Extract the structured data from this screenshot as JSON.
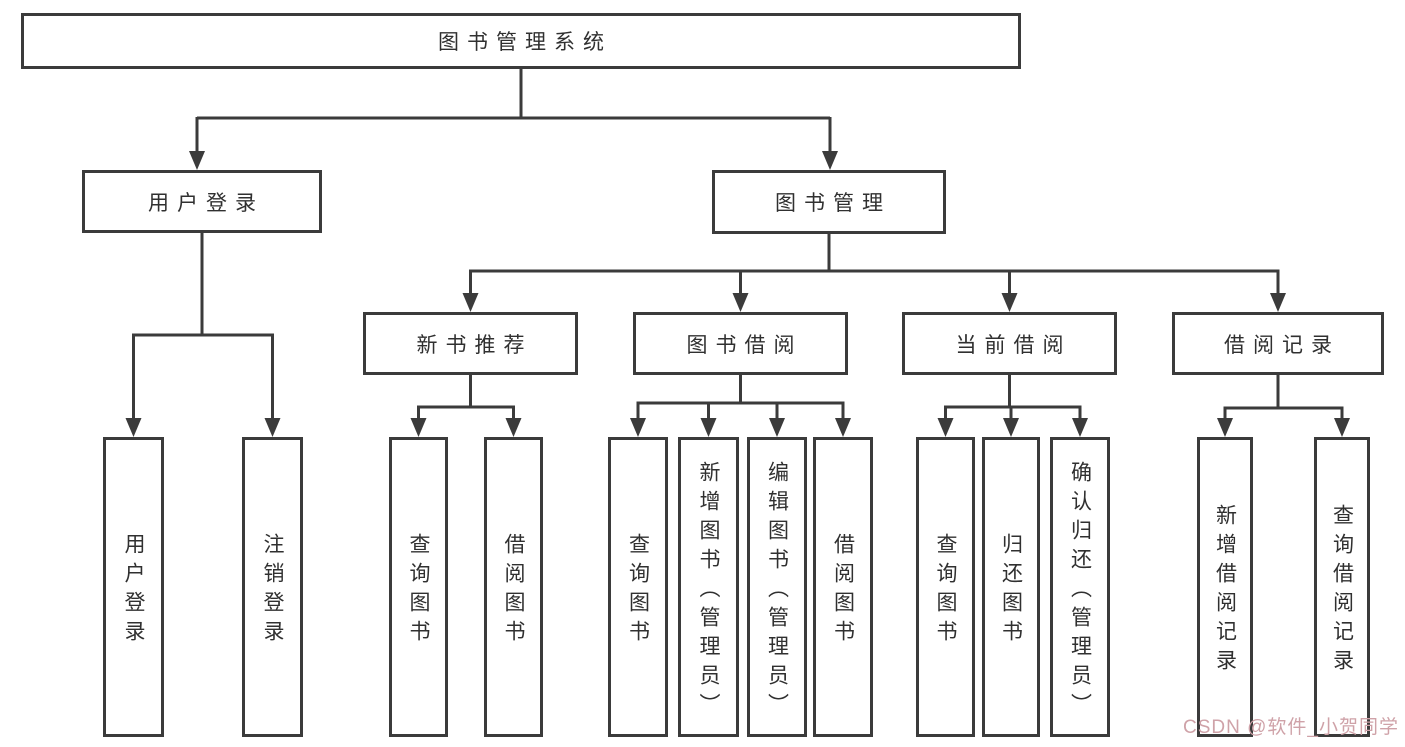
{
  "watermark": "CSDN @软件_小贺同学",
  "colors": {
    "line": "#3b3b3b",
    "text": "#303030",
    "watermark": "#cfa2a8",
    "bg": "#ffffff"
  },
  "tree": {
    "label": "图书管理系统",
    "children": [
      {
        "label": "用户登录",
        "children": [
          {
            "label": "用户登录"
          },
          {
            "label": "注销登录"
          }
        ]
      },
      {
        "label": "图书管理",
        "children": [
          {
            "label": "新书推荐",
            "children": [
              {
                "label": "查询图书"
              },
              {
                "label": "借阅图书"
              }
            ]
          },
          {
            "label": "图书借阅",
            "children": [
              {
                "label": "查询图书"
              },
              {
                "label": "新增图书（管理员）"
              },
              {
                "label": "编辑图书（管理员）"
              },
              {
                "label": "借阅图书"
              }
            ]
          },
          {
            "label": "当前借阅",
            "children": [
              {
                "label": "查询图书"
              },
              {
                "label": "归还图书"
              },
              {
                "label": "确认归还（管理员）"
              }
            ]
          },
          {
            "label": "借阅记录",
            "children": [
              {
                "label": "新增借阅记录"
              },
              {
                "label": "查询借阅记录"
              }
            ]
          }
        ]
      }
    ]
  }
}
